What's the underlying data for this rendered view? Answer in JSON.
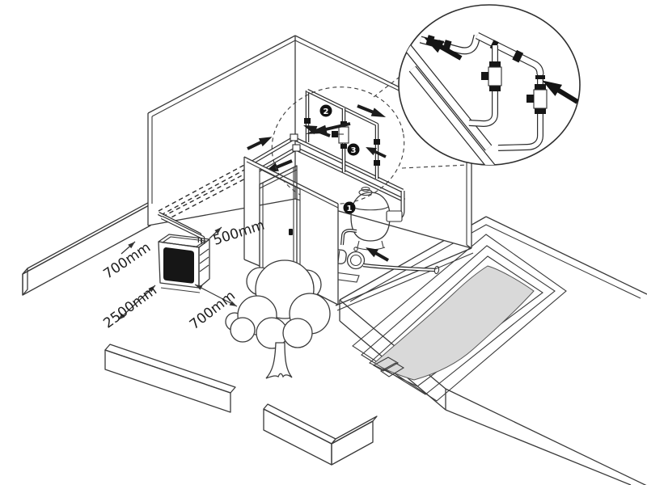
{
  "diagram": {
    "type": "isometric-installation-drawing",
    "subject": "Swimming pool heat pump installation: outdoor unit clearances, bypass piping detail, sand filter, circulation pump and pool",
    "dimension_labels": [
      {
        "id": "pipe-run",
        "text": "500mm"
      },
      {
        "id": "wall-clearance",
        "text": "700mm"
      },
      {
        "id": "front-clearance",
        "text": "2500mm"
      },
      {
        "id": "side-clearance",
        "text": "700mm"
      }
    ],
    "callout_markers": [
      {
        "id": "marker-1",
        "text": "1"
      },
      {
        "id": "marker-2",
        "text": "2"
      },
      {
        "id": "marker-3",
        "text": "3"
      }
    ],
    "colors": {
      "line": "#3a3a3a",
      "pipe_line": "#2c2c2c",
      "black_fill": "#161616",
      "water": "#d9d9d9",
      "background": "#ffffff"
    }
  }
}
